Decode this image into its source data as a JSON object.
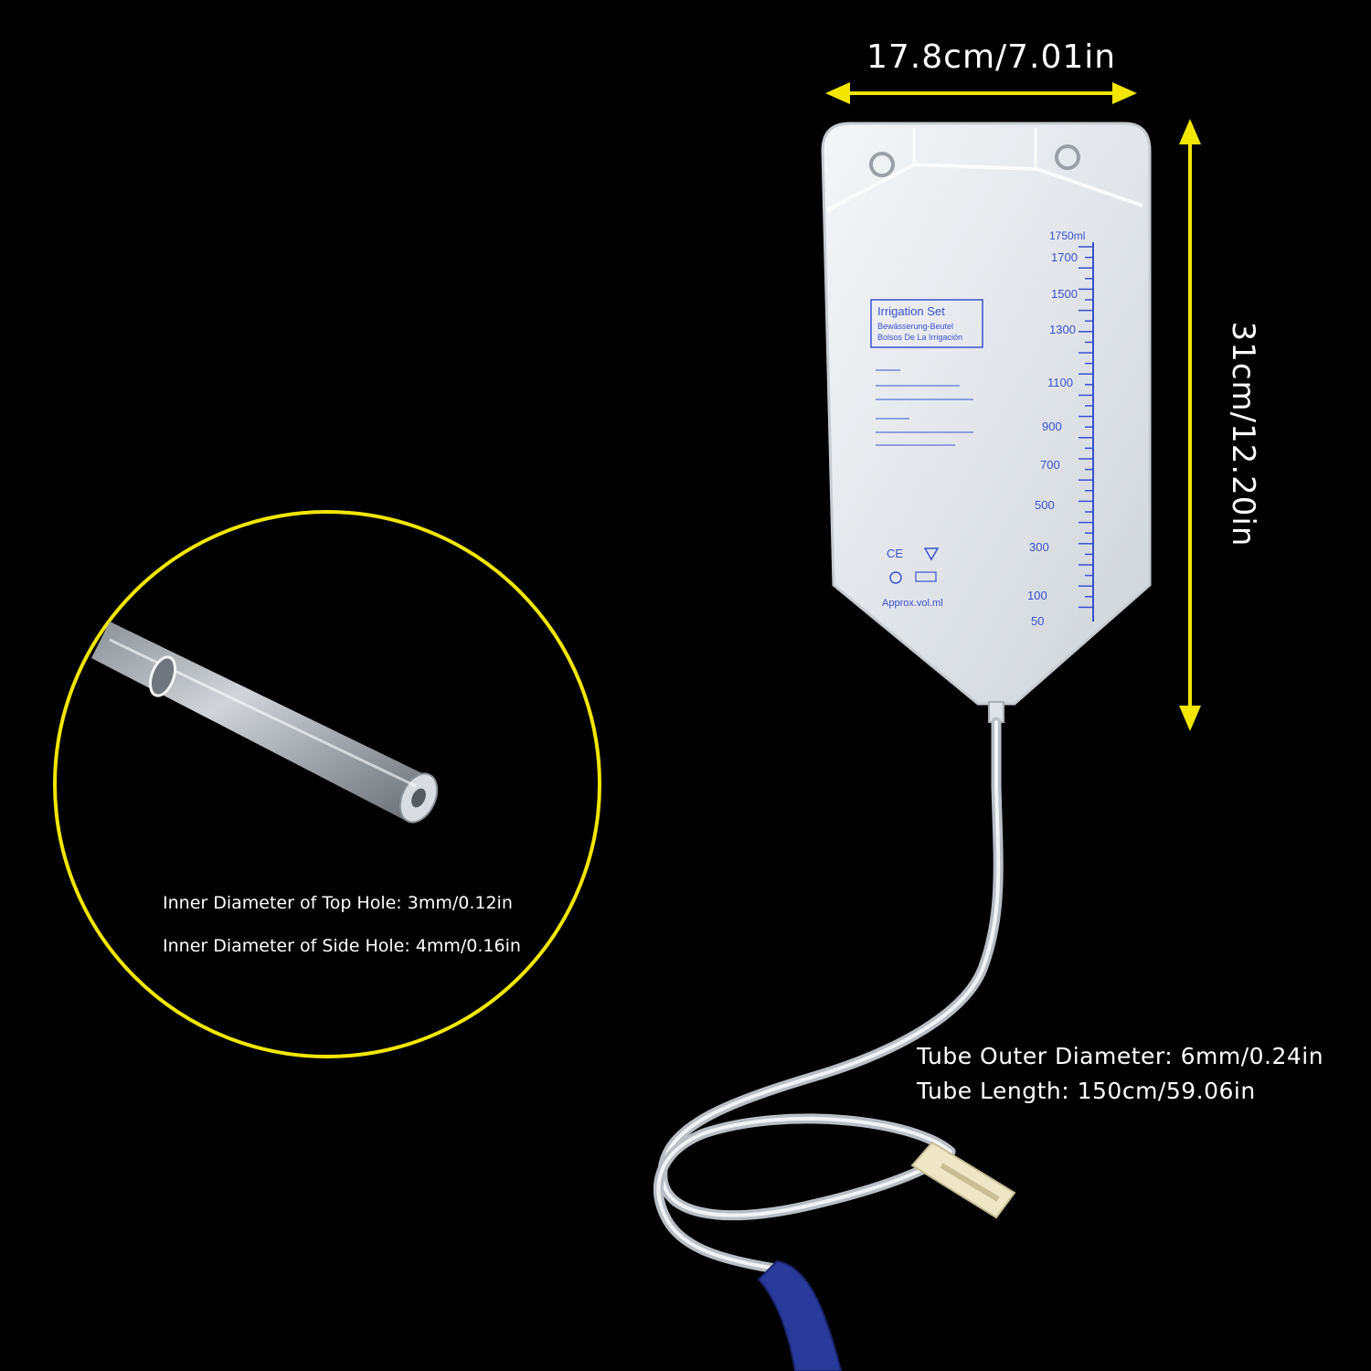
{
  "colors": {
    "background": "#000000",
    "accent_yellow": "#f2e600",
    "scale_blue": "#3a4fd0",
    "clamp": "#efe6c6",
    "nozzle_blue": "#2a3a9a"
  },
  "dimensions": {
    "width_label": "17.8cm/7.01in",
    "height_label": "31cm/12.20in"
  },
  "bag": {
    "title": "Irrigation Set",
    "subtitle_lines": [
      "Bewässerung-Beutel",
      "Bolsos De La Irrigación"
    ],
    "approx_label": "Approx.vol.ml",
    "scale_marks": [
      "1750ml",
      "1700",
      "1500",
      "1300",
      "1100",
      "900",
      "700",
      "500",
      "300",
      "100",
      "50"
    ]
  },
  "detail_callout": {
    "top_hole": "Inner Diameter of Top Hole: 3mm/0.12in",
    "side_hole": "Inner Diameter of Side Hole: 4mm/0.16in"
  },
  "tube": {
    "outer_diameter": "Tube Outer Diameter: 6mm/0.24in",
    "length": "Tube Length: 150cm/59.06in"
  }
}
